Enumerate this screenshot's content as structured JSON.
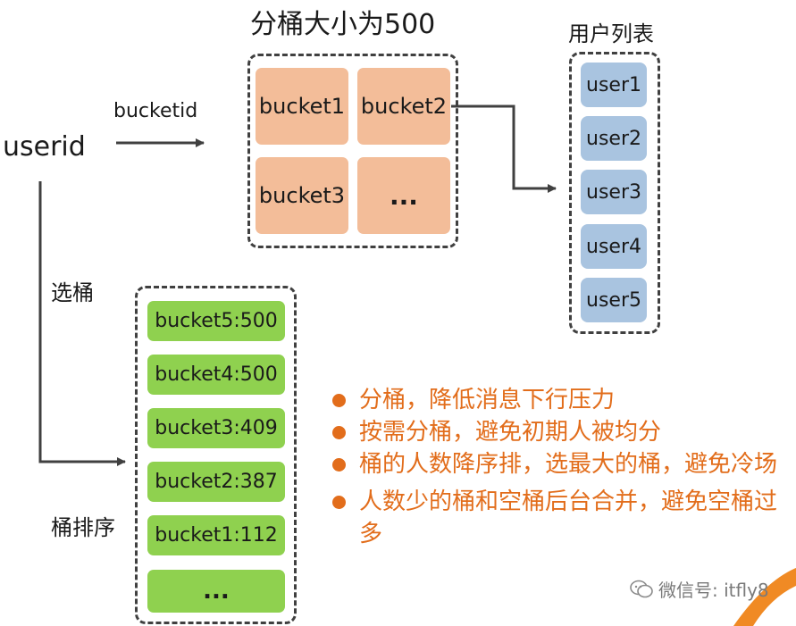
{
  "title": "分桶大小为500",
  "user_list_title": "用户列表",
  "userid_label": "userid",
  "bucketid_label": "bucketid",
  "choose_bucket_label": "选桶",
  "bucket_sort_label": "桶排序",
  "buckets": [
    "bucket1",
    "bucket2",
    "bucket3",
    "..."
  ],
  "users": [
    "user1",
    "user2",
    "user3",
    "user4",
    "user5"
  ],
  "sorted_buckets": [
    "bucket5:500",
    "bucket4:500",
    "bucket3:409",
    "bucket2:387",
    "bucket1:112",
    "..."
  ],
  "bullets": [
    "分桶，降低消息下行压力",
    "按需分桶，避免初期人被均分",
    "桶的人数降序排，选最大的桶，避免冷场",
    "人数少的桶和空桶后台合并，避免空桶过多"
  ],
  "watermark": "微信号: itfly8",
  "colors": {
    "bucket_fill": "#f3bd99",
    "user_fill": "#a9c4e0",
    "sorted_fill": "#8fd14f",
    "bullet_text": "#e26d1b",
    "corner_accent": "#f08a24"
  }
}
